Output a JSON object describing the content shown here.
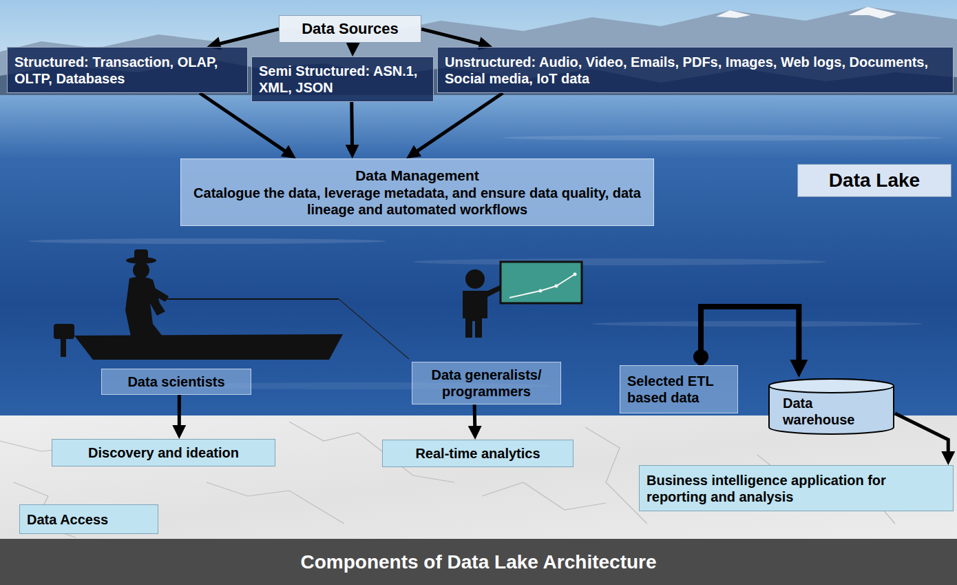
{
  "diagram": {
    "caption": "Components of Data Lake Architecture",
    "nodes": [
      {
        "text": [
          "Data Sources"
        ]
      },
      {
        "text": [
          "Structured: Transaction, OLAP, OLTP, Databases"
        ]
      },
      {
        "text": [
          "Semi Structured: ASN.1, XML, JSON"
        ]
      },
      {
        "text": [
          "Unstructured: Audio, Video, Emails, PDFs, Images, Web logs, Documents, Social media, IoT data"
        ]
      },
      {
        "text": [
          "Data Management",
          "Catalogue the data, leverage metadata, and ensure data quality, data lineage and automated workflows"
        ]
      },
      {
        "text": [
          "Data Lake"
        ]
      },
      {
        "text": [
          "Data scientists"
        ]
      },
      {
        "text": [
          "Data generalists/ programmers"
        ]
      },
      {
        "text": [
          "Selected ETL based data"
        ]
      },
      {
        "text": [
          "Data warehouse"
        ]
      },
      {
        "text": [
          "Discovery and ideation"
        ]
      },
      {
        "text": [
          "Real-time analytics"
        ]
      },
      {
        "text": [
          "Business intelligence application for reporting and analysis"
        ]
      },
      {
        "text": [
          "Data Access"
        ]
      }
    ],
    "edges": [
      {
        "from": 0,
        "to": 1,
        "arrow": "to"
      },
      {
        "from": 0,
        "to": 2,
        "arrow": "to"
      },
      {
        "from": 0,
        "to": 3,
        "arrow": "to"
      },
      {
        "from": 1,
        "to": 4,
        "arrow": "to"
      },
      {
        "from": 2,
        "to": 4,
        "arrow": "to"
      },
      {
        "from": 3,
        "to": 4,
        "arrow": "to"
      },
      {
        "from": 6,
        "to": 10,
        "arrow": "to"
      },
      {
        "from": 7,
        "to": 11,
        "arrow": "to"
      },
      {
        "from": 8,
        "to": 9,
        "arrow": "to"
      },
      {
        "from": 9,
        "to": 12,
        "arrow": "to"
      }
    ]
  }
}
